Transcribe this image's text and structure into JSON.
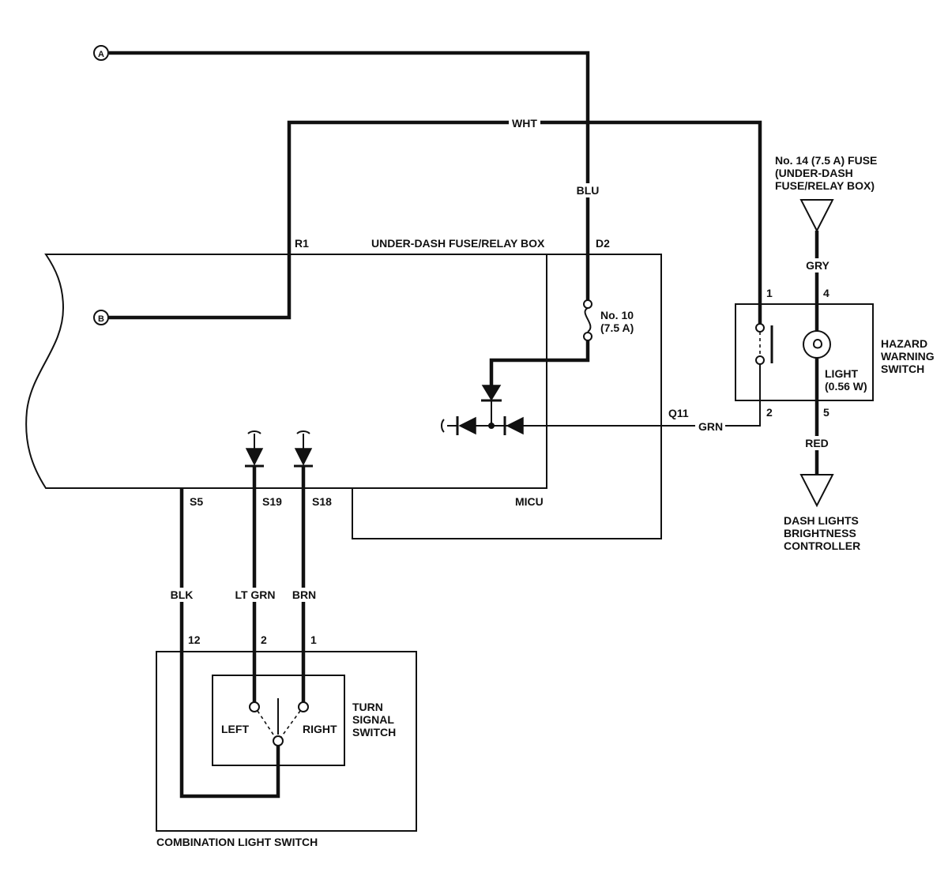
{
  "connectors": {
    "a": "A",
    "b": "B"
  },
  "wires": {
    "wht": "WHT",
    "blu": "BLU",
    "grn": "GRN",
    "gry": "GRY",
    "red": "RED",
    "blk": "BLK",
    "lt_grn": "LT GRN",
    "brn": "BRN"
  },
  "fuse_box": {
    "title": "UNDER-DASH FUSE/RELAY BOX",
    "micu": "MICU",
    "pins": {
      "r1": "R1",
      "d2": "D2",
      "q11": "Q11",
      "s5": "S5",
      "s19": "S19",
      "s18": "S18"
    },
    "fuse_label_1": "No. 10",
    "fuse_label_2": "(7.5 A)"
  },
  "fuse_14": {
    "line1": "No. 14 (7.5 A) FUSE",
    "line2": "(UNDER-DASH",
    "line3": "FUSE/RELAY BOX)"
  },
  "hazard_switch": {
    "title_1": "HAZARD",
    "title_2": "WARNING",
    "title_3": "SWITCH",
    "light_1": "LIGHT",
    "light_2": "(0.56 W)",
    "pins": {
      "p1": "1",
      "p2": "2",
      "p4": "4",
      "p5": "5"
    }
  },
  "dash_controller": {
    "line1": "DASH LIGHTS",
    "line2": "BRIGHTNESS",
    "line3": "CONTROLLER"
  },
  "combination_switch": {
    "title": "COMBINATION LIGHT SWITCH",
    "turn_1": "TURN",
    "turn_2": "SIGNAL",
    "turn_3": "SWITCH",
    "left": "LEFT",
    "right": "RIGHT",
    "pins": {
      "p12": "12",
      "p2": "2",
      "p1": "1"
    }
  }
}
